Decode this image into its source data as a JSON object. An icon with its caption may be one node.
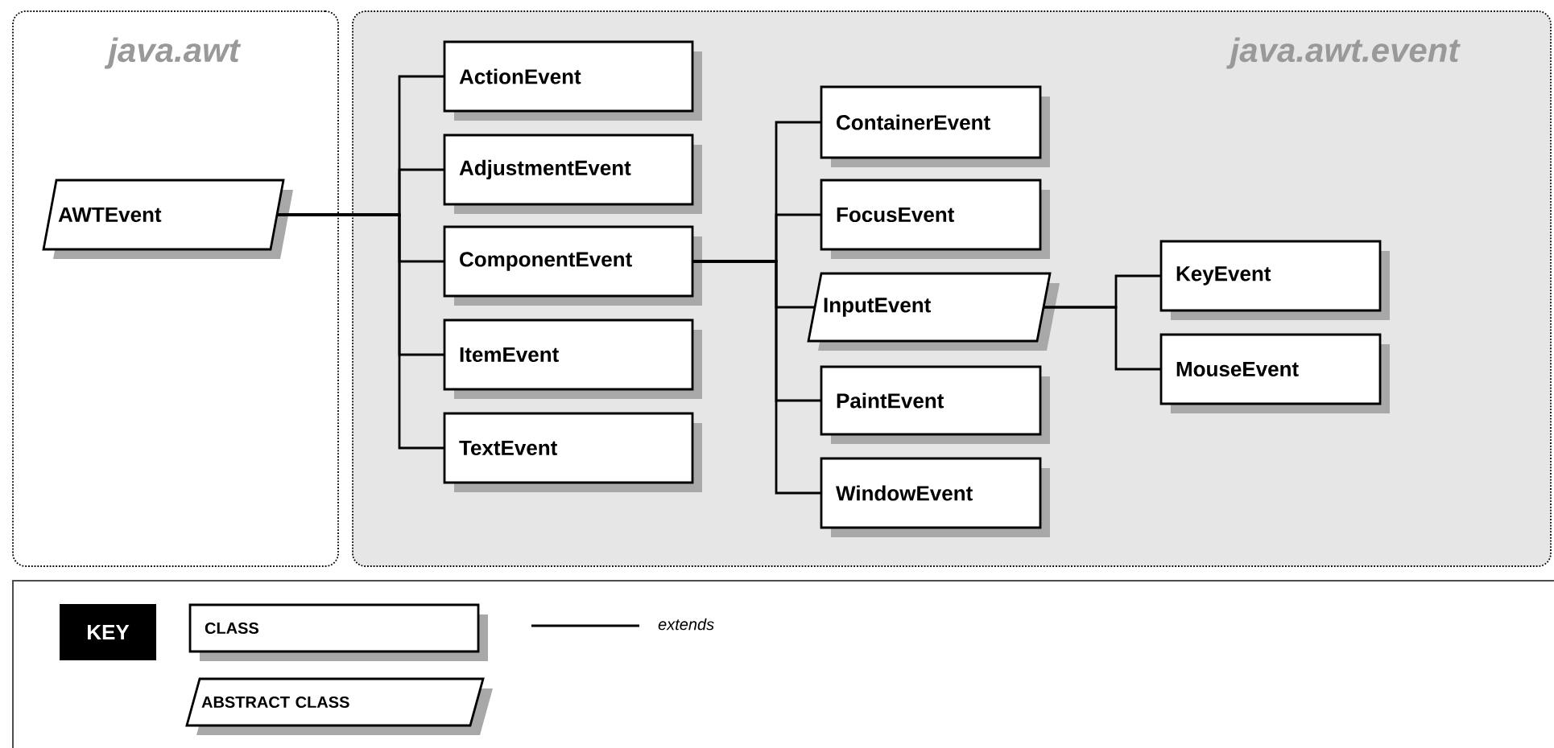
{
  "diagram": {
    "nodes": [
      {
        "text": [
          "java.awt"
        ]
      },
      {
        "text": [
          "AWTEvent"
        ],
        "in": 0
      },
      {
        "text": [
          "java.awt.event"
        ]
      },
      {
        "text": [
          "ActionEvent"
        ],
        "in": 2
      },
      {
        "text": [
          "AdjustmentEvent"
        ],
        "in": 2
      },
      {
        "text": [
          "ComponentEvent"
        ],
        "in": 2
      },
      {
        "text": [
          "ItemEvent"
        ],
        "in": 2
      },
      {
        "text": [
          "TextEvent"
        ],
        "in": 2
      },
      {
        "text": [
          "ContainerEvent"
        ],
        "in": 2
      },
      {
        "text": [
          "FocusEvent"
        ],
        "in": 2
      },
      {
        "text": [
          "InputEvent"
        ],
        "in": 2
      },
      {
        "text": [
          "PaintEvent"
        ],
        "in": 2
      },
      {
        "text": [
          "WindowEvent"
        ],
        "in": 2
      },
      {
        "text": [
          "KeyEvent"
        ],
        "in": 2
      },
      {
        "text": [
          "MouseEvent"
        ],
        "in": 2
      }
    ],
    "edges": [
      {
        "from": 1,
        "to": 3,
        "arrow": "none"
      },
      {
        "from": 1,
        "to": 4,
        "arrow": "none"
      },
      {
        "from": 1,
        "to": 5,
        "arrow": "none"
      },
      {
        "from": 1,
        "to": 6,
        "arrow": "none"
      },
      {
        "from": 1,
        "to": 7,
        "arrow": "none"
      },
      {
        "from": 5,
        "to": 8,
        "arrow": "none"
      },
      {
        "from": 5,
        "to": 9,
        "arrow": "none"
      },
      {
        "from": 5,
        "to": 10,
        "arrow": "none"
      },
      {
        "from": 5,
        "to": 11,
        "arrow": "none"
      },
      {
        "from": 5,
        "to": 12,
        "arrow": "none"
      },
      {
        "from": 10,
        "to": 13,
        "arrow": "none"
      },
      {
        "from": 10,
        "to": 14,
        "arrow": "none"
      }
    ],
    "labels": [
      "KEY"
    ],
    "legend": [
      {
        "text": "CLASS"
      },
      {
        "text": "ABSTRACT CLASS"
      },
      {
        "text": "extends"
      }
    ]
  }
}
